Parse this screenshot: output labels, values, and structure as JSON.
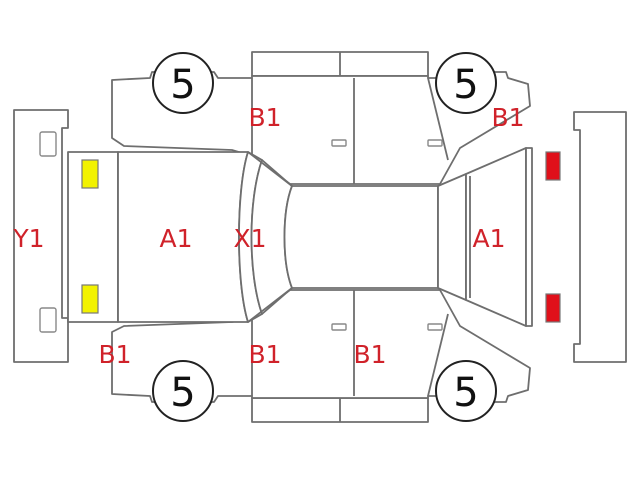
{
  "colors": {
    "code_text": "#d0222a",
    "outline": "#6e6e6e",
    "yellow_light": "#f2f200",
    "red_light": "#e0101a"
  },
  "labels": {
    "y1_front_bumper": "Y1",
    "a1_hood": "A1",
    "x1_windshield": "X1",
    "a1_rear": "A1",
    "b1_top_fender": "B1",
    "b1_top_rear": "B1",
    "b1_bottom_front": "B1",
    "b1_bottom_door_front": "B1",
    "b1_bottom_door_rear": "B1"
  },
  "tires": {
    "front_left": "5",
    "rear_left": "5",
    "front_right": "5",
    "rear_right": "5"
  },
  "lights": {
    "front": "headlight-yellow",
    "rear": "taillight-red"
  }
}
